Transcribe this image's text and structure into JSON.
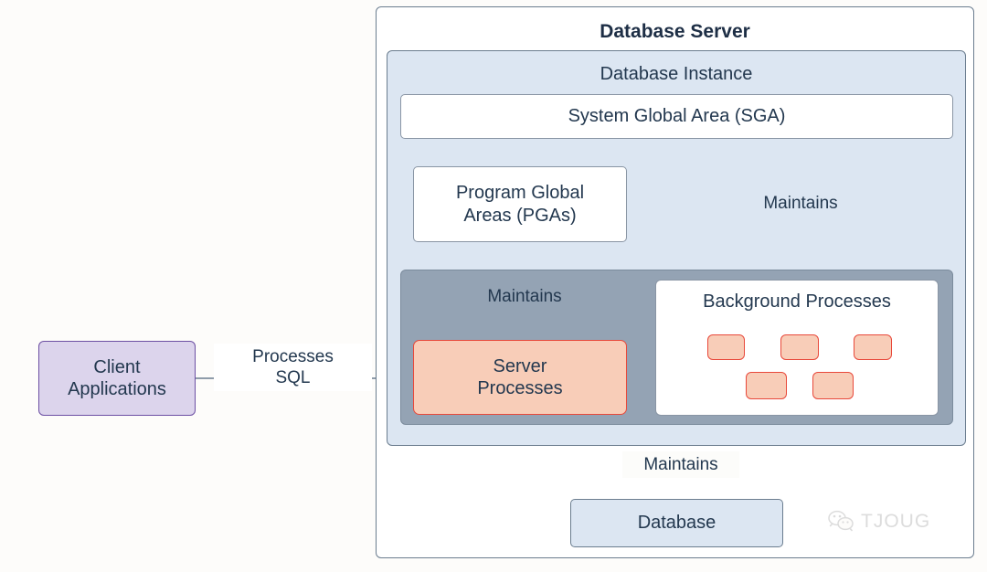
{
  "diagram": {
    "title": "Database Server",
    "instance_title": "Database Instance",
    "sga_label": "System Global Area (SGA)",
    "pga_label": "Program Global\nAreas (PGAs)",
    "server_processes_label": "Server\nProcesses",
    "background_processes_label": "Background Processes",
    "database_label": "Database",
    "client_label": "Client\nApplications",
    "edges": {
      "processes_sql": "Processes\nSQL",
      "maintains_sga": "Maintains",
      "maintains_pga": "Maintains",
      "maintains_db": "Maintains"
    },
    "background_process_count": 5,
    "colors": {
      "instance_fill": "#dce6f2",
      "gray_fill": "#94a3b4",
      "process_fill": "#f8cdb8",
      "process_stroke": "#e8483a",
      "client_fill": "#dcd4ec",
      "client_stroke": "#6c4fa3",
      "box_stroke": "#6b7d8f",
      "text": "#23384f",
      "page_bg": "#fdfcfa",
      "watermark": "#dcdcdc"
    }
  },
  "watermark": {
    "text": "TJOUG",
    "icon": "wechat-icon"
  }
}
